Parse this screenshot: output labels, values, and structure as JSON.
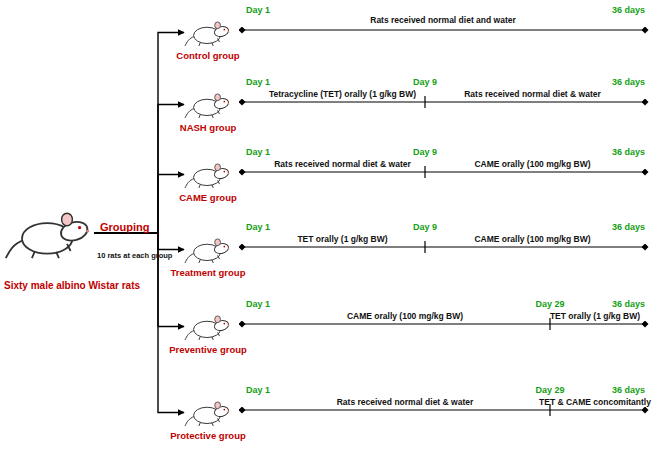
{
  "diagram": {
    "nodes": [
      {
        "text": [
          "Sixty male albino Wistar rats"
        ]
      },
      {
        "text": [
          "Control group"
        ]
      },
      {
        "text": [
          "NASH group"
        ]
      },
      {
        "text": [
          "CAME group"
        ]
      },
      {
        "text": [
          "Treatment group"
        ]
      },
      {
        "text": [
          "Preventive group"
        ]
      },
      {
        "text": [
          "Protective group"
        ]
      }
    ],
    "edges": [
      {
        "from": 0,
        "to": 1,
        "arrow": "to"
      },
      {
        "from": 0,
        "to": 2,
        "arrow": "to"
      },
      {
        "from": 0,
        "to": 3,
        "arrow": "to"
      },
      {
        "from": 0,
        "to": 4,
        "arrow": "to"
      },
      {
        "from": 0,
        "to": 5,
        "arrow": "to"
      },
      {
        "from": 0,
        "to": 6,
        "arrow": "to"
      }
    ],
    "labels": [
      "Grouping",
      "10 rats at each group",
      "Day 1",
      "Rats received normal diet and water",
      "36 days",
      "Day 1",
      "Tetracycline (TET) orally (1 g/kg BW)",
      "Day 9",
      "Rats received normal diet & water",
      "36 days",
      "Day 1",
      "Rats received normal diet & water",
      "Day 9",
      "CAME orally (100 mg/kg BW)",
      "36 days",
      "Day 1",
      "TET orally (1 g/kg BW)",
      "Day 9",
      "CAME orally (100 mg/kg BW)",
      "36 days",
      "Day 1",
      "CAME orally (100 mg/kg BW)",
      "Day 29",
      "TET orally (1 g/kg BW)",
      "36 days",
      "Day 1",
      "Rats received normal diet & water",
      "Day 29",
      "TET & CAME concomitantly",
      "36 days"
    ]
  }
}
